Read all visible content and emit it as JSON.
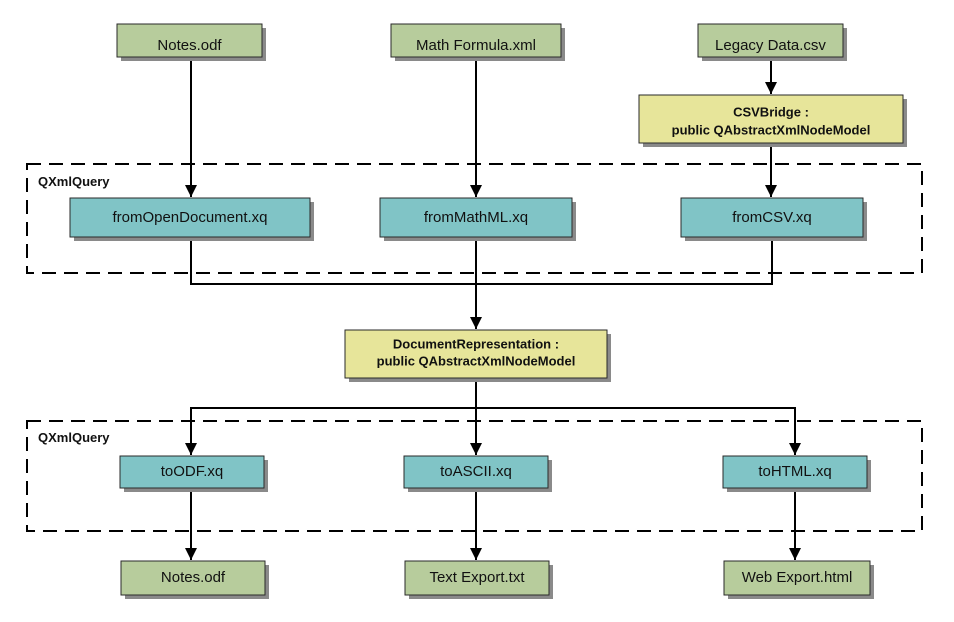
{
  "colors": {
    "file_fill": "#b7cc9c",
    "query_fill": "#80c4c6",
    "model_fill": "#e7e59a",
    "shadow": "#8a8a8a",
    "edge": "#000000"
  },
  "groups": {
    "top": {
      "label": "QXmlQuery"
    },
    "bottom": {
      "label": "QXmlQuery"
    }
  },
  "inputs": {
    "notes": "Notes.odf",
    "math": "Math Formula.xml",
    "legacy": "Legacy Data.csv"
  },
  "csvbridge": {
    "line1": "CSVBridge :",
    "line2": "public QAbstractXmlNodeModel"
  },
  "queries_in": {
    "odf": "fromOpenDocument.xq",
    "mathml": "fromMathML.xq",
    "csv": "fromCSV.xq"
  },
  "docrep": {
    "line1": "DocumentRepresentation :",
    "line2": "public QAbstractXmlNodeModel"
  },
  "queries_out": {
    "odf": "toODF.xq",
    "ascii": "toASCII.xq",
    "html": "toHTML.xq"
  },
  "outputs": {
    "notes": "Notes.odf",
    "text": "Text Export.txt",
    "web": "Web Export.html"
  }
}
